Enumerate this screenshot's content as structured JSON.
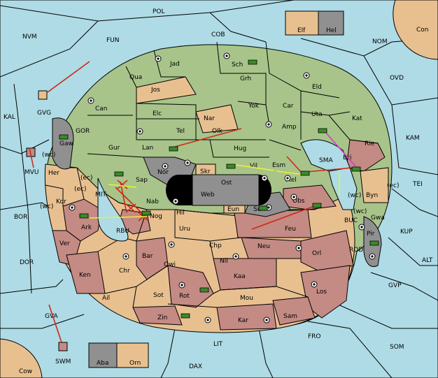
{
  "sea_labels": [
    "POL",
    "NVM",
    "FUN",
    "COB",
    "NOM",
    "Con",
    "KAL",
    "OVD",
    "KAM",
    "TEI",
    "BOR",
    "ALT",
    "KUP",
    "DOR",
    "GVP",
    "GVA",
    "FRO",
    "SOM",
    "LIT",
    "DAX",
    "Cow"
  ],
  "province_labels": [
    "Jad",
    "Sch",
    "Qua",
    "Jos",
    "Grh",
    "Eld",
    "Can",
    "Yok",
    "Car",
    "Elc",
    "Nar",
    "Uta",
    "Kat",
    "Tel",
    "Olk",
    "Amp",
    "Gur",
    "Lan",
    "Hug",
    "Rie",
    "Gaw",
    "Nor",
    "Skr",
    "Vil",
    "Esm",
    "SMA",
    "Bri",
    "Her",
    "Sap",
    "Ost",
    "Web",
    "Mel",
    "Kor",
    "Nab",
    "Eun",
    "Sun",
    "Obs",
    "Byn",
    "Ark",
    "Nog",
    "Hil",
    "Gwa",
    "Uru",
    "Feu",
    "Pir",
    "Chp",
    "Neu",
    "Ver",
    "Bar",
    "Orl",
    "Qwi",
    "Nil",
    "Ken",
    "Chr",
    "Kaa",
    "Ail",
    "Sot",
    "Rot",
    "Mou",
    "Los",
    "Zin",
    "Kar",
    "Sam",
    "Elf",
    "Hel",
    "Aba",
    "Orn",
    "GVG",
    "MVU",
    "SWM"
  ],
  "coast_tags": [
    "(wc)",
    "(ec)",
    "(wc)",
    "(ec)",
    "(wc)",
    "(ec)",
    "(wc)"
  ],
  "straits": [
    "GOR",
    "MIT",
    "RBU",
    "BUC",
    "ROD"
  ],
  "colors": {
    "sea": "#aedbe6",
    "green": "#a8c48a",
    "tan": "#e8c090",
    "rose": "#c48a84",
    "grey": "#909090",
    "order_red": "#cc2a1a",
    "order_yellow": "#f0f030",
    "order_magenta": "#d040c0",
    "unit": "#3a8a2a"
  }
}
